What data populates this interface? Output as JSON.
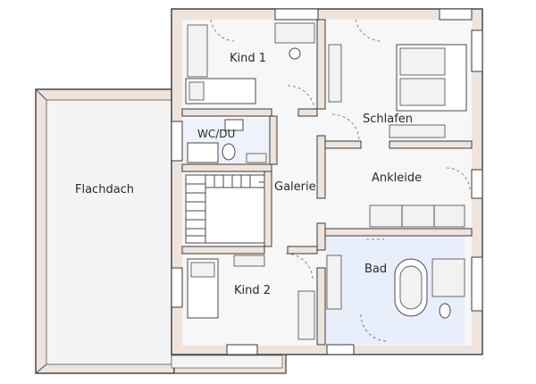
{
  "plan": {
    "rooms": {
      "kind1": "Kind 1",
      "schlafen": "Schlafen",
      "wcdu": "WC/DU",
      "galerie": "Galerie",
      "ankleide": "Ankleide",
      "flachdach": "Flachdach",
      "bad": "Bad",
      "kind2": "Kind 2"
    }
  }
}
